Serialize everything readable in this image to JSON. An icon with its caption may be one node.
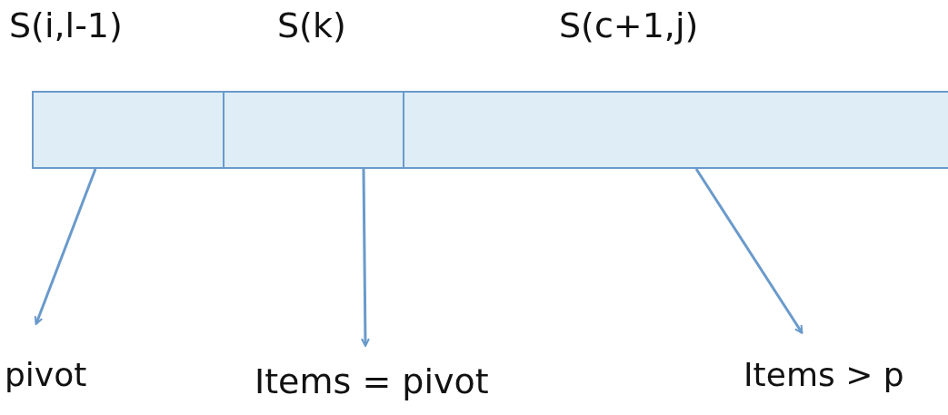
{
  "diagram": {
    "nodes": [
      {
        "text": [
          "S(i,l-1)"
        ]
      },
      {
        "text": [
          "S(k)"
        ]
      },
      {
        "text": [
          "S(c+1,j)"
        ]
      },
      {
        "text": [
          "pivot"
        ]
      },
      {
        "text": [
          "Items = pivot"
        ]
      },
      {
        "text": [
          "Items > p"
        ]
      }
    ],
    "edges": [
      {
        "from": 0,
        "to": 3,
        "arrow": "to"
      },
      {
        "from": 1,
        "to": 4,
        "arrow": "to"
      },
      {
        "from": 2,
        "to": 5,
        "arrow": "to"
      }
    ]
  }
}
